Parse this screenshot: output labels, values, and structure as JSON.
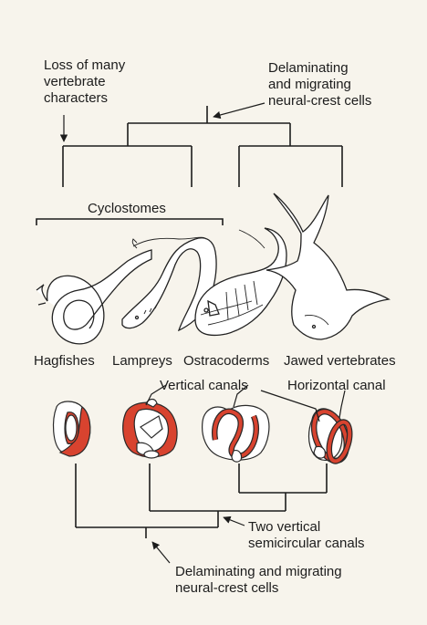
{
  "colors": {
    "background": "#f7f4ec",
    "canal_red": "#d8432f",
    "ink": "#1c1c1c"
  },
  "top_tree": {
    "left_note": [
      "Loss of many",
      "vertebrate",
      "characters"
    ],
    "right_note": [
      "Delaminating",
      "and migrating",
      "neural-crest cells"
    ],
    "bracket_label": "Cyclostomes"
  },
  "taxa": [
    "Hagfishes",
    "Lampreys",
    "Ostracoderms",
    "Jawed vertebrates"
  ],
  "canal_labels": {
    "vertical": "Vertical canals",
    "horizontal": "Horizontal canal"
  },
  "bottom_tree": {
    "middle_note": [
      "Two vertical",
      "semicircular canals"
    ],
    "bottom_note": [
      "Delaminating and migrating",
      "neural-crest cells"
    ]
  }
}
